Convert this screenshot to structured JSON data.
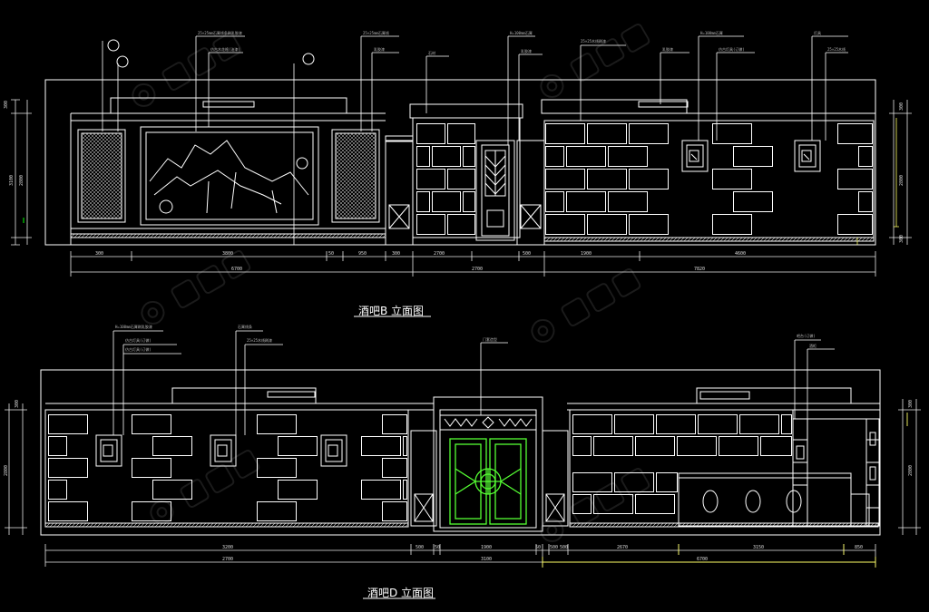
{
  "colors": {
    "background": "#000000",
    "line": "#ffffff",
    "dim_white": "#e8e8e8",
    "dim_yellow": "#ffff66",
    "dim_green": "#00ff00",
    "door_green": "#55ff33",
    "watermark": "#505050"
  },
  "titles": {
    "b": "酒吧B 立面图",
    "d": "酒吧D 立面图"
  },
  "elevation_b": {
    "dims_top": [
      "300",
      "3800",
      "50",
      "950",
      "300",
      "2700",
      "500",
      "1900",
      "4600"
    ],
    "dims_total": [
      "6700",
      "2700",
      "7820"
    ],
    "dims_left": [
      "300",
      "2800",
      "3100"
    ],
    "dims_right": [
      "300",
      "2800",
      "300"
    ]
  },
  "elevation_d": {
    "dims_top": [
      "3200",
      "500",
      "50",
      "1900",
      "50",
      "500",
      "500",
      "2670",
      "3150",
      "850"
    ],
    "dims_total": [
      "2700",
      "3100",
      "6700"
    ],
    "dims_left": [
      "300",
      "2800"
    ],
    "dims_right": [
      "300",
      "2800"
    ]
  },
  "icons": [
    "watermark-logo-icon",
    "section-mark-icon",
    "mountain-mural-icon",
    "lantern-icon",
    "door-ornament-icon"
  ]
}
